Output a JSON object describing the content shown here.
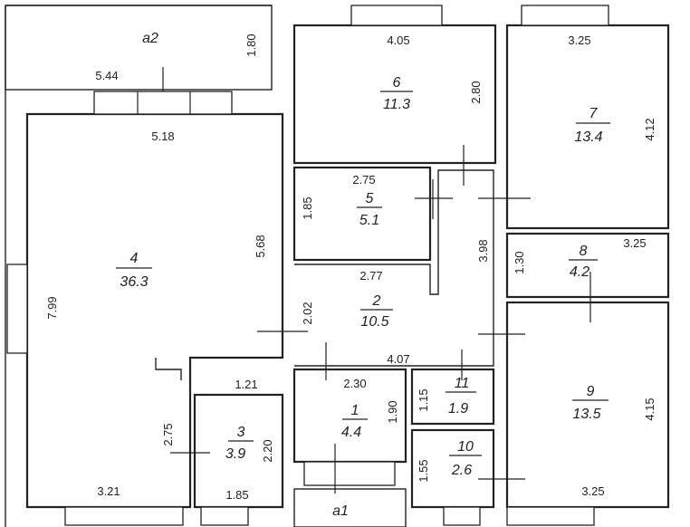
{
  "balconies": {
    "a2": {
      "label": "a2",
      "width": "5.44",
      "depth": "1.80"
    },
    "a1": {
      "label": "a1"
    }
  },
  "rooms": [
    {
      "id": "4",
      "area": "36.3",
      "dims": [
        "5.18",
        "5.68",
        "7.99",
        "3.21"
      ]
    },
    {
      "id": "6",
      "area": "11.3",
      "dims": [
        "4.05",
        "2.80"
      ]
    },
    {
      "id": "7",
      "area": "13.4",
      "dims": [
        "3.25",
        "4.12"
      ]
    },
    {
      "id": "5",
      "area": "5.1",
      "dims": [
        "2.75",
        "1.85"
      ]
    },
    {
      "id": "8",
      "area": "4.2",
      "dims": [
        "3.25",
        "1.30"
      ]
    },
    {
      "id": "2",
      "area": "10.5",
      "dims": [
        "2.77",
        "3.98",
        "2.02",
        "4.07"
      ]
    },
    {
      "id": "1",
      "area": "4.4",
      "dims": [
        "2.30",
        "1.90"
      ]
    },
    {
      "id": "11",
      "area": "1.9",
      "dims": [
        "1.15"
      ]
    },
    {
      "id": "9",
      "area": "13.5",
      "dims": [
        "4.15",
        "3.25"
      ]
    },
    {
      "id": "10",
      "area": "2.6",
      "dims": [
        "1.55"
      ]
    },
    {
      "id": "3",
      "area": "3.9",
      "dims": [
        "1.21",
        "2.75",
        "2.20",
        "1.85"
      ]
    }
  ]
}
